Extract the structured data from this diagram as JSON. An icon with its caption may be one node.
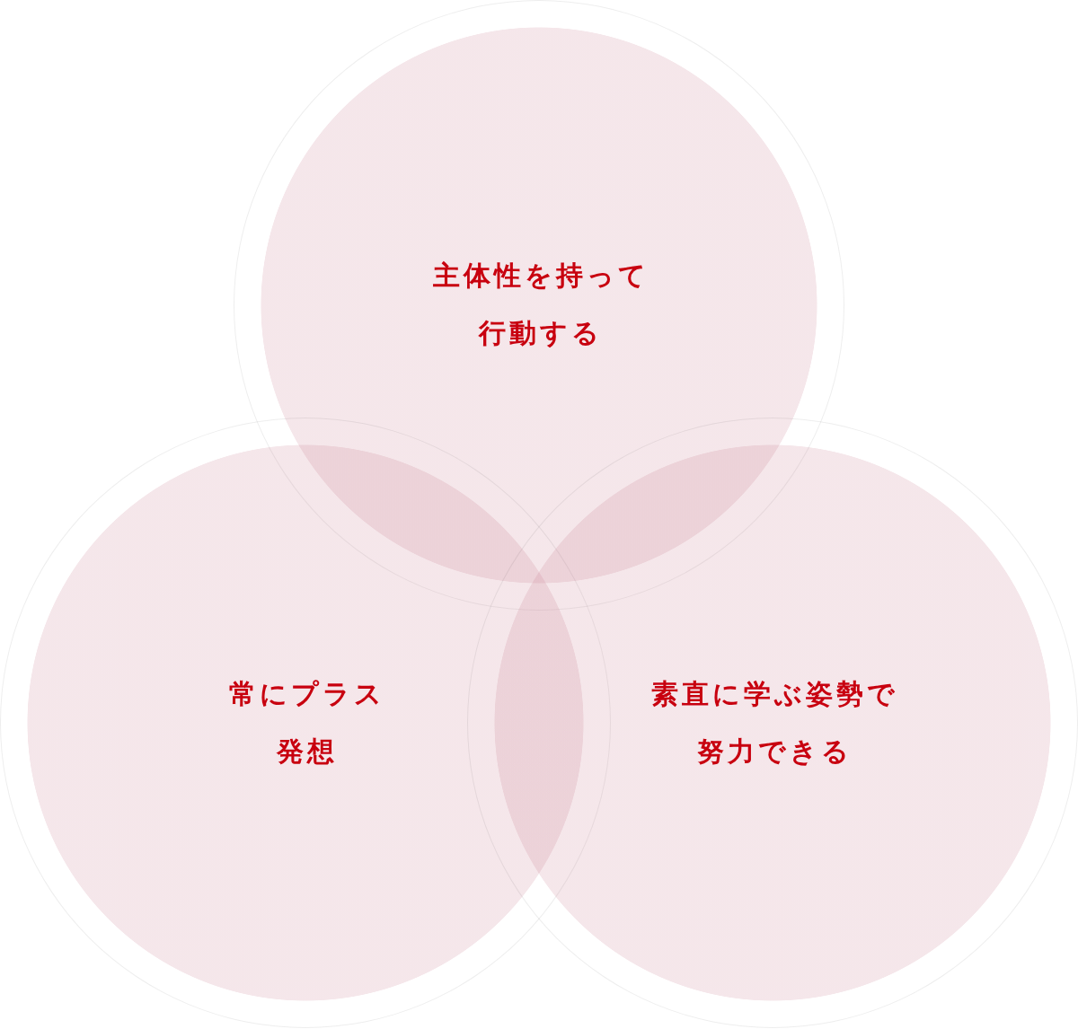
{
  "diagram": {
    "nodes": [
      {
        "text": [
          "主体性を持って行動する"
        ]
      },
      {
        "text": [
          "常にプラス発想"
        ]
      },
      {
        "text": [
          "素直に学ぶ姿勢で努力できる"
        ]
      }
    ]
  }
}
